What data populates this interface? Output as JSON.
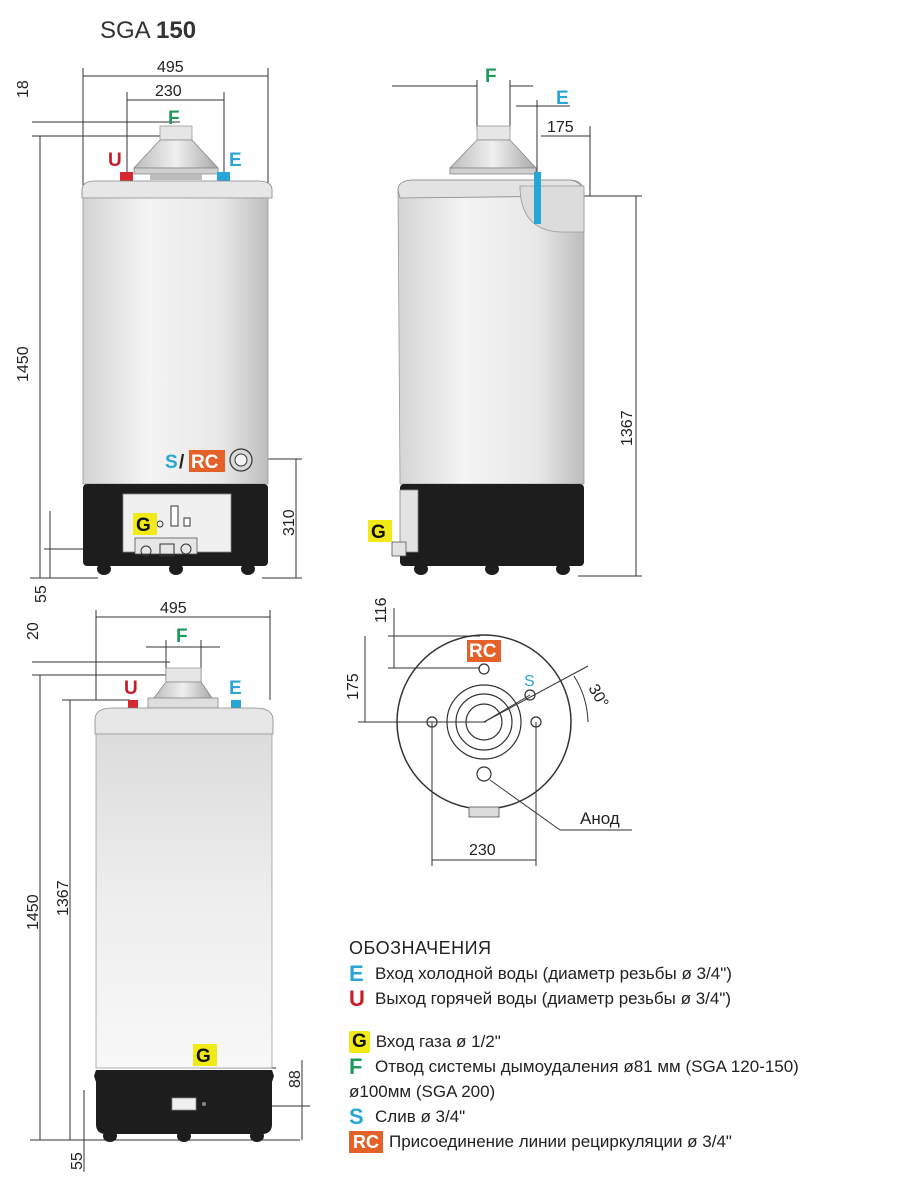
{
  "title": {
    "prefix": "SGA ",
    "model": "150"
  },
  "colors": {
    "E": "#2aa6d6",
    "U": "#c8202a",
    "G_bg": "#f2ea17",
    "F": "#1f9a5b",
    "S": "#2aa6d6",
    "RC": "#e4622a",
    "body_light": "#f2f2f2",
    "body_dark": "#1d1d1d"
  },
  "front_view": {
    "dims": {
      "width": "495",
      "inlets_spacing": "230",
      "top_offset": "18",
      "height": "1450",
      "rc_height": "310",
      "gas_height": "55"
    },
    "labels": {
      "F": "F",
      "U": "U",
      "E": "E",
      "S": "S",
      "slash": "/",
      "RC": "RC",
      "G": "G"
    }
  },
  "side_view": {
    "dims": {
      "e_offset": "175",
      "height": "1367"
    },
    "labels": {
      "F": "F",
      "E": "E",
      "G": "G"
    }
  },
  "rear_view": {
    "dims": {
      "width": "495",
      "top_offset": "20",
      "height_total": "1450",
      "height_inner": "1367",
      "gas_height": "88",
      "foot_height": "55"
    },
    "labels": {
      "F": "F",
      "U": "U",
      "E": "E",
      "G": "G"
    }
  },
  "top_view": {
    "dims": {
      "rc_radius": "116",
      "offset": "175",
      "angle": "30°",
      "width": "230"
    },
    "labels": {
      "RC": "RC",
      "S": "S",
      "anode": "Анод"
    }
  },
  "legend": {
    "title": "ОБОЗНАЧЕНИЯ",
    "items": [
      {
        "key": "E",
        "desc": "Вход холодной воды (диаметр резьбы ø 3/4\")"
      },
      {
        "key": "U",
        "desc": "Выход горячей воды (диаметр резьбы ø 3/4\")"
      },
      {
        "key": "G",
        "desc": "Вход газа ø 1/2\""
      },
      {
        "key": "F",
        "desc": "Отвод системы дымоудаления ø81 мм (SGA 120-150)",
        "desc2": "ø100мм (SGA 200)"
      },
      {
        "key": "S",
        "desc": "Слив ø 3/4\""
      },
      {
        "key": "RC",
        "desc": "Присоединение линии рециркуляции ø 3/4\""
      }
    ]
  }
}
